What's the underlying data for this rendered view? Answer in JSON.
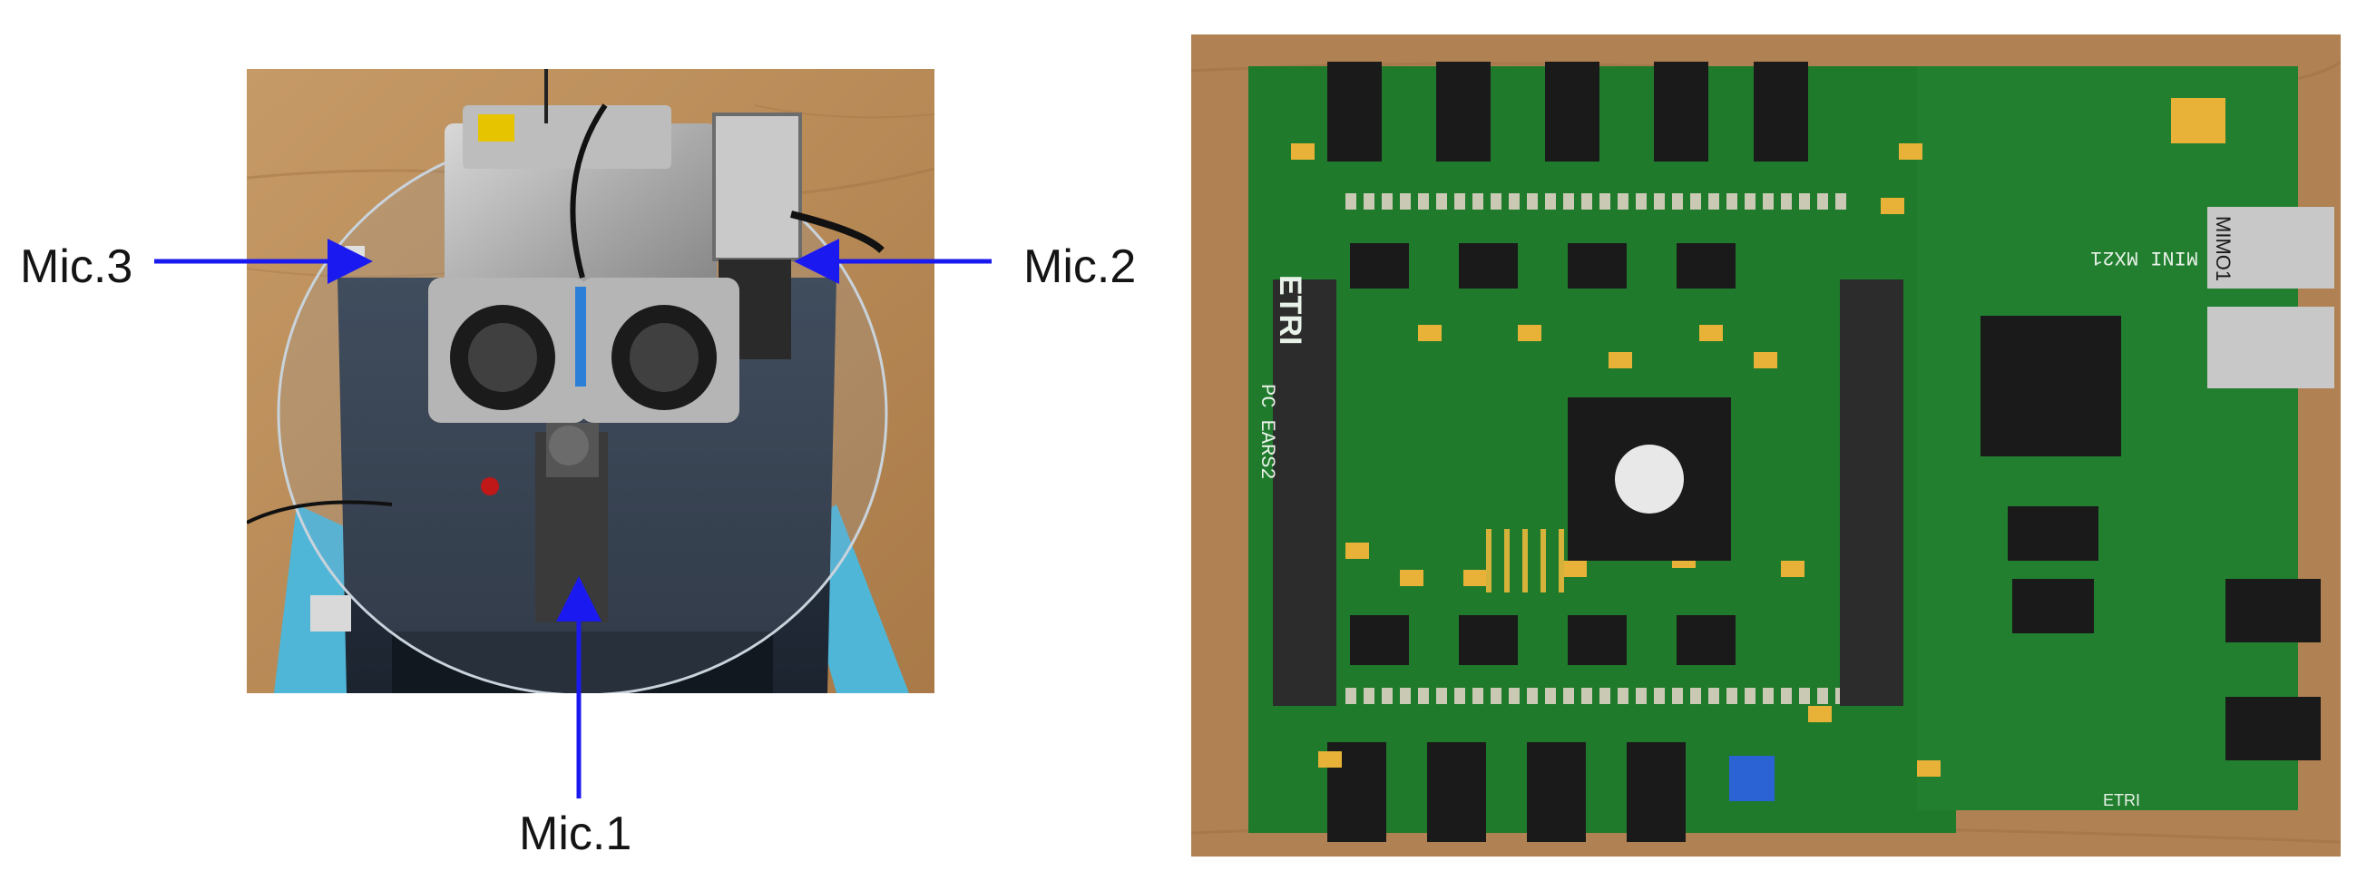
{
  "figure": {
    "microphones": [
      {
        "id": "mic3",
        "label": "Mic.3"
      },
      {
        "id": "mic2",
        "label": "Mic.2"
      },
      {
        "id": "mic1",
        "label": "Mic.1"
      }
    ],
    "board": {
      "brand_text": "ETRI",
      "model_text": "PC EARS2",
      "module_text": "MINI MX21",
      "usb_label": "MIMO1",
      "footer_text": "ETRI"
    },
    "colors": {
      "arrow": "#1a1af0",
      "pcb": "#1f7a2c",
      "pcb_dark": "#145a1e",
      "wood": "#b98a55"
    }
  }
}
